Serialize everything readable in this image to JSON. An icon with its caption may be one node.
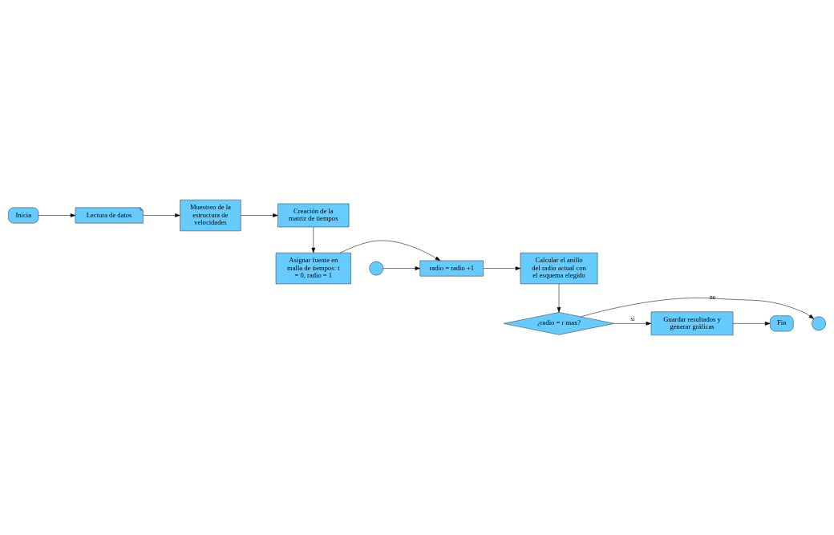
{
  "diagram": {
    "nodes": [
      {
        "text": [
          "Inicia"
        ]
      },
      {
        "text": [
          "Lectura de datos"
        ]
      },
      {
        "text": [
          "Muestreo de la estructura de velocidades"
        ]
      },
      {
        "text": [
          "Creación de la matriz de tiempos"
        ]
      },
      {
        "text": [
          "Asignar fuente en malla de tiempos: t = 0, radio = 1"
        ]
      },
      {
        "text": [],
        "shape": "circle"
      },
      {
        "text": [
          "radio = radio +1"
        ]
      },
      {
        "text": [
          "Calcular el anillo del radio actual con el esquema elegido"
        ]
      },
      {
        "text": [
          "¿radio = r max?"
        ]
      },
      {
        "text": [],
        "shape": "circle"
      },
      {
        "text": [
          "Guardar resultados y generar gráficas"
        ]
      },
      {
        "text": [
          "Fin"
        ]
      }
    ],
    "edges": [
      {
        "from": 0,
        "to": 1,
        "arrow": "to"
      },
      {
        "from": 1,
        "to": 2,
        "arrow": "to"
      },
      {
        "from": 2,
        "to": 3,
        "arrow": "to"
      },
      {
        "from": 3,
        "to": 4,
        "arrow": "to"
      },
      {
        "from": 4,
        "to": 6,
        "arrow": "to"
      },
      {
        "from": 5,
        "to": 6,
        "arrow": "to"
      },
      {
        "from": 6,
        "to": 7,
        "arrow": "to"
      },
      {
        "from": 7,
        "to": 8,
        "arrow": "to"
      },
      {
        "from": 8,
        "to": 9,
        "label": "no",
        "arrow": "to"
      },
      {
        "from": 8,
        "to": 10,
        "label": "si",
        "arrow": "to"
      },
      {
        "from": 10,
        "to": 11,
        "arrow": "to"
      }
    ]
  }
}
